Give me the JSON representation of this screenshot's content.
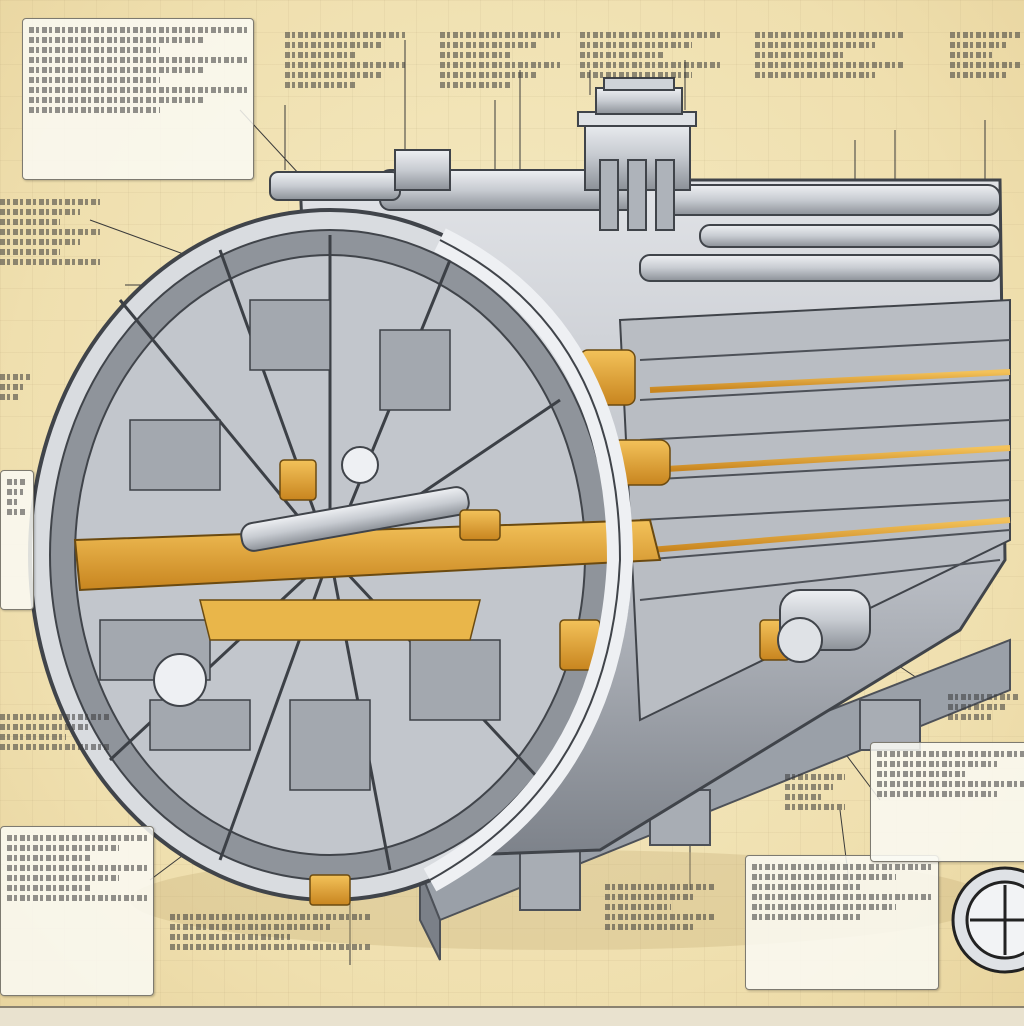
{
  "callouts": [
    {
      "id": "top-left-box",
      "heading": "",
      "lines": 9
    },
    {
      "id": "top-col-1",
      "heading": "",
      "lines": 6
    },
    {
      "id": "top-col-2",
      "heading": "",
      "lines": 6
    },
    {
      "id": "top-col-3",
      "heading": "",
      "lines": 5
    },
    {
      "id": "top-col-4",
      "heading": "",
      "lines": 5
    },
    {
      "id": "top-col-5",
      "heading": "",
      "lines": 5
    },
    {
      "id": "left-mid",
      "heading": "",
      "lines": 7
    },
    {
      "id": "left-small",
      "heading": "",
      "lines": 3
    },
    {
      "id": "left-box",
      "heading": "",
      "lines": 4
    },
    {
      "id": "left-lower",
      "heading": "",
      "lines": 4
    },
    {
      "id": "bottom-left-box",
      "heading": "",
      "lines": 7
    },
    {
      "id": "bottom-center",
      "heading": "",
      "lines": 4
    },
    {
      "id": "bottom-mid",
      "heading": "",
      "lines": 5
    },
    {
      "id": "bottom-right-box",
      "heading": "",
      "lines": 6
    },
    {
      "id": "right-box",
      "heading": "",
      "lines": 5
    },
    {
      "id": "right-small",
      "heading": "",
      "lines": 3
    },
    {
      "id": "right-mid",
      "heading": "",
      "lines": 4
    }
  ],
  "colors": {
    "paper": "#f1e4b6",
    "metal": "#c9ccd1",
    "metal_light": "#e6e8ec",
    "metal_dark": "#6f747c",
    "brass": "#e2a83a",
    "ink": "#2b2b2b"
  }
}
